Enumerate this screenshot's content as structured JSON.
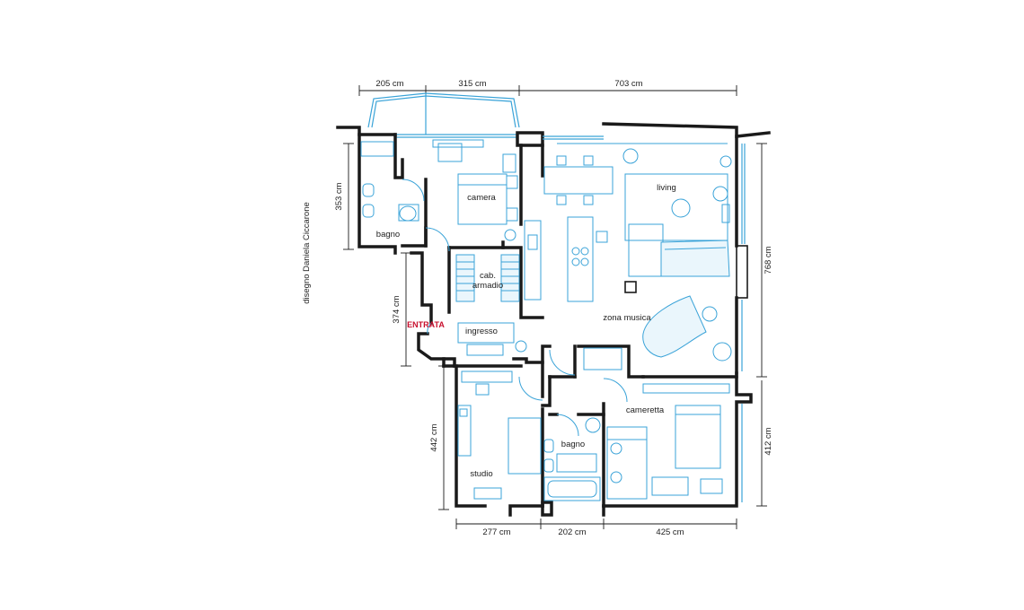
{
  "credit": "disegno Daniela Ciccarone",
  "rooms": {
    "bagno_top": "bagno",
    "camera": "camera",
    "cabina": [
      "cab.",
      "armadio"
    ],
    "living": "living",
    "zona_musica": "zona musica",
    "ingresso": "ingresso",
    "entrata": "ENTRATA",
    "studio": "studio",
    "bagno_bottom": "bagno",
    "cameretta": "cameretta"
  },
  "dimensions": {
    "top_1": "205 cm",
    "top_2": "315 cm",
    "top_3": "703 cm",
    "left_1": "353 cm",
    "left_2": "374 cm",
    "left_3": "442 cm",
    "right_1": "768 cm",
    "right_2": "412 cm",
    "bottom_1": "277 cm",
    "bottom_2": "202 cm",
    "bottom_3": "425 cm"
  },
  "colors": {
    "wall": "#1a1a1a",
    "furniture": "#3aa3d8",
    "entrance": "#c8102e"
  }
}
